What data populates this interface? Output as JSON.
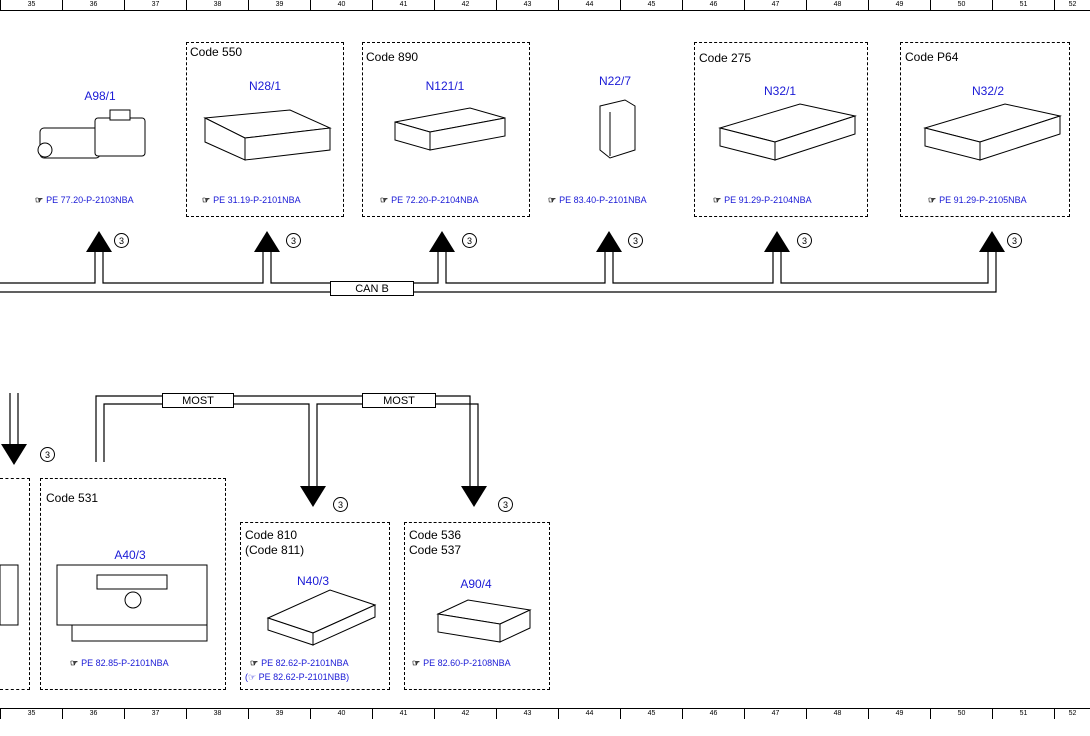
{
  "ruler": [
    "35",
    "36",
    "37",
    "38",
    "39",
    "40",
    "41",
    "42",
    "43",
    "44",
    "45",
    "46",
    "47",
    "48",
    "49",
    "50",
    "51",
    "52"
  ],
  "circle_ref": "3",
  "bus": {
    "can": "CAN B",
    "most": "MOST"
  },
  "top_components": [
    {
      "code": "",
      "name": "A98/1",
      "ref": "PE 77.20-P-2103NBA"
    },
    {
      "code": "Code 550",
      "name": "N28/1",
      "ref": "PE 31.19-P-2101NBA"
    },
    {
      "code": "Code 890",
      "name": "N121/1",
      "ref": "PE 72.20-P-2104NBA"
    },
    {
      "code": "",
      "name": "N22/7",
      "ref": "PE 83.40-P-2101NBA"
    },
    {
      "code": "Code 275",
      "name": "N32/1",
      "ref": "PE 91.29-P-2104NBA"
    },
    {
      "code": "Code P64",
      "name": "N32/2",
      "ref": "PE 91.29-P-2105NBA"
    }
  ],
  "bottom_components": [
    {
      "code": "Code 531",
      "name": "A40/3",
      "ref": "PE 82.85-P-2101NBA",
      "ref2": ""
    },
    {
      "code": "Code 810\n(Code 811)",
      "name": "N40/3",
      "ref": "PE 82.62-P-2101NBA",
      "ref2": "(☞ PE 82.62-P-2101NBB)"
    },
    {
      "code": "Code 536\nCode 537",
      "name": "A90/4",
      "ref": "PE 82.60-P-2108NBA",
      "ref2": ""
    }
  ],
  "hand_icon": "☞"
}
